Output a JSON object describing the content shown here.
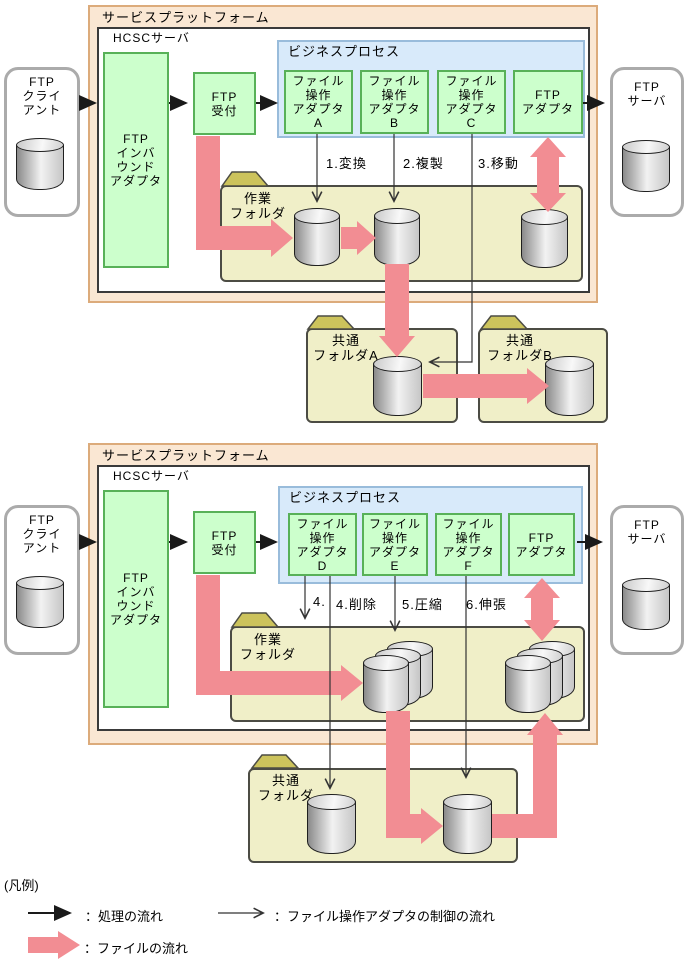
{
  "colors": {
    "platform_fill": "#FAE7D3",
    "platform_border": "#DCAB7B",
    "hcsc_border": "#3A3A3A",
    "adapter_fill": "#CCFFCC",
    "adapter_border": "#58B158",
    "business_fill": "#D8EAFA",
    "business_border": "#99BCDB",
    "folder_fill": "#F0EFC8",
    "folder_tab_fill": "#CCC35C",
    "file_flow_pink": "#F28D93",
    "process_flow_black": "#1A1A1A",
    "control_flow_gray": "#333333"
  },
  "diagram1": {
    "platform": "サービスプラットフォーム",
    "server": "HCSCサーバ",
    "client": "FTP\nクライ\nアント",
    "ftp_server": "FTP\nサーバ",
    "inbound": "FTP\nインバ\nウンド\nアダプタ",
    "reception": "FTP\n受付",
    "business_process": "ビジネスプロセス",
    "adapters": [
      {
        "label": "ファイル\n操作\nアダプタ\nA"
      },
      {
        "label": "ファイル\n操作\nアダプタ\nB"
      },
      {
        "label": "ファイル\n操作\nアダプタ\nC"
      },
      {
        "label": "FTP\nアダプタ"
      }
    ],
    "steps": [
      {
        "label": "1.変換"
      },
      {
        "label": "2.複製"
      },
      {
        "label": "3.移動"
      }
    ],
    "work_folder": "作業\nフォルダ",
    "common_folder_a": "共通\nフォルダA",
    "common_folder_b": "共通\nフォルダB"
  },
  "diagram2": {
    "platform": "サービスプラットフォーム",
    "server": "HCSCサーバ",
    "client": "FTP\nクライ\nアント",
    "ftp_server": "FTP\nサーバ",
    "inbound": "FTP\nインバ\nウンド\nアダプタ",
    "reception": "FTP\n受付",
    "business_process": "ビジネスプロセス",
    "adapters": [
      {
        "label": "ファイル\n操作\nアダプタ\nD"
      },
      {
        "label": "ファイル\n操作\nアダプタ\nE"
      },
      {
        "label": "ファイル\n操作\nアダプタ\nF"
      },
      {
        "label": "FTP\nアダプタ"
      }
    ],
    "steps": [
      {
        "label": "4."
      },
      {
        "label": "4.削除"
      },
      {
        "label": "5.圧縮"
      },
      {
        "label": "6.伸張"
      }
    ],
    "work_folder": "作業\nフォルダ",
    "common_folder": "共通\nフォルダ"
  },
  "legend": {
    "title": "(凡例)",
    "process_flow": "：処理の流れ",
    "control_flow": "：ファイル操作アダプタの制御の流れ",
    "file_flow": "：ファイルの流れ"
  }
}
